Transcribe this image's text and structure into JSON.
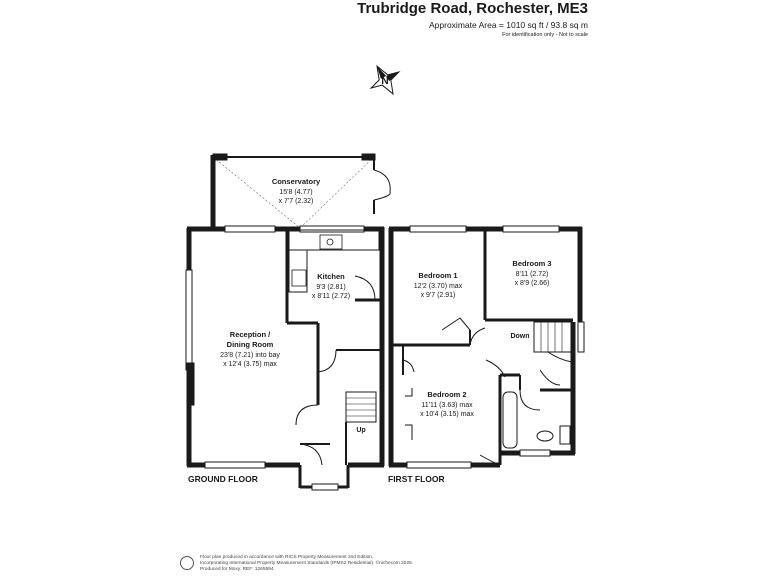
{
  "header": {
    "title": "Trubridge Road, Rochester, ME3",
    "area": "Approximate Area = 1010 sq ft / 93.8 sq m",
    "note": "For identification only - Not to scale"
  },
  "compass": {
    "letter": "N"
  },
  "rooms": {
    "conservatory": {
      "name": "Conservatory",
      "dim1": "15'8 (4.77)",
      "dim2": "x 7'7 (2.32)"
    },
    "kitchen": {
      "name": "Kitchen",
      "dim1": "9'3 (2.81)",
      "dim2": "x 8'11 (2.72)"
    },
    "reception": {
      "name1": "Reception /",
      "name2": "Dining Room",
      "dim1": "23'8 (7.21) into bay",
      "dim2": "x 12'4 (3.75) max"
    },
    "bedroom1": {
      "name": "Bedroom 1",
      "dim1": "12'2 (3.70) max",
      "dim2": "x 9'7 (2.91)"
    },
    "bedroom2": {
      "name": "Bedroom 2",
      "dim1": "11'11 (3.63) max",
      "dim2": "x 10'4 (3.15) max"
    },
    "bedroom3": {
      "name": "Bedroom 3",
      "dim1": "8'11 (2.72)",
      "dim2": "x 8'9 (2.66)"
    }
  },
  "stairs": {
    "up": "Up",
    "down": "Down"
  },
  "floors": {
    "ground": "GROUND FLOOR",
    "first": "FIRST FLOOR"
  },
  "footer": {
    "line1": "Floor plan produced in accordance with RICS Property Measurement 2nd Edition,",
    "line2": "Incorporating International Property Measurement Standards (IPMS2 Residential). ©nichecom 2025.",
    "line3": "Produced for Moxy.  REF: 1265594"
  },
  "colors": {
    "wall": "#1a1a1a",
    "window": "#ffffff"
  }
}
